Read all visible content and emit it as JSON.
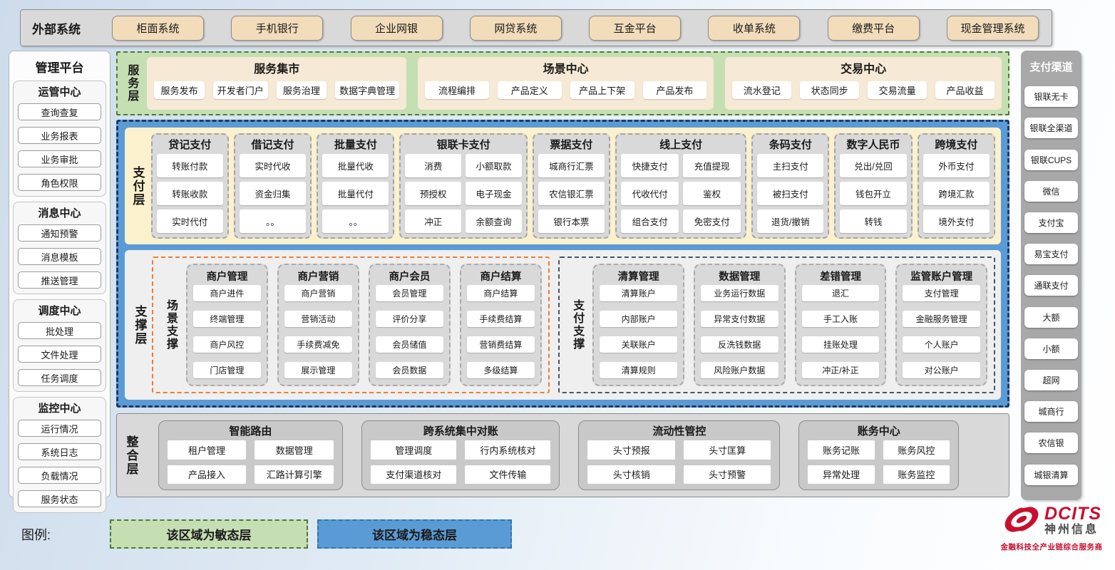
{
  "external_systems": {
    "label": "外部系统",
    "items": [
      "柜面系统",
      "手机银行",
      "企业网银",
      "网贷系统",
      "互金平台",
      "收单系统",
      "缴费平台",
      "现金管理系统"
    ]
  },
  "management_platform": {
    "title": "管理平台",
    "groups": [
      {
        "title": "运管中心",
        "items": [
          "查询查复",
          "业务报表",
          "业务审批",
          "角色权限"
        ]
      },
      {
        "title": "消息中心",
        "items": [
          "通知预警",
          "消息模板",
          "推送管理"
        ]
      },
      {
        "title": "调度中心",
        "items": [
          "批处理",
          "文件处理",
          "任务调度"
        ]
      },
      {
        "title": "监控中心",
        "items": [
          "运行情况",
          "系统日志",
          "负载情况",
          "服务状态"
        ]
      }
    ]
  },
  "service_layer": {
    "label": "服务层",
    "groups": [
      {
        "title": "服务集市",
        "w": 1,
        "items": [
          "服务发布",
          "开发者门户",
          "服务治理",
          "数据字典管理"
        ]
      },
      {
        "title": "场景中心",
        "w": 1.15,
        "items": [
          "流程编排",
          "产品定义",
          "产品上下架",
          "产品发布"
        ]
      },
      {
        "title": "交易中心",
        "w": 1.07,
        "items": [
          "流水登记",
          "状态同步",
          "交易流量",
          "产品收益"
        ]
      }
    ]
  },
  "payment_layer": {
    "label": "支付层",
    "columns": [
      {
        "title": "贷记支付",
        "w": 1,
        "cols": 1,
        "items": [
          "转账付款",
          "转账收款",
          "实时代付"
        ]
      },
      {
        "title": "借记支付",
        "w": 1,
        "cols": 1,
        "items": [
          "实时代收",
          "资金归集",
          "。。"
        ]
      },
      {
        "title": "批量支付",
        "w": 1,
        "cols": 1,
        "items": [
          "批量代收",
          "批量代付",
          "。。"
        ]
      },
      {
        "title": "银联卡支付",
        "w": 1.75,
        "cols": 2,
        "items": [
          "消费",
          "小额取款",
          "预授权",
          "电子现金",
          "冲正",
          "余额查询"
        ]
      },
      {
        "title": "票据支付",
        "w": 1,
        "cols": 1,
        "items": [
          "城商行汇票",
          "农信银汇票",
          "银行本票"
        ]
      },
      {
        "title": "线上支付",
        "w": 1.8,
        "cols": 2,
        "items": [
          "快捷支付",
          "充值提现",
          "代收代付",
          "鉴权",
          "组合支付",
          "免密支付"
        ]
      },
      {
        "title": "条码支付",
        "w": 1,
        "cols": 1,
        "items": [
          "主扫支付",
          "被扫支付",
          "退货/撤销"
        ]
      },
      {
        "title": "数字人民币",
        "w": 1,
        "cols": 1,
        "items": [
          "兑出/兑回",
          "钱包开立",
          "转钱"
        ]
      },
      {
        "title": "跨境支付",
        "w": 1,
        "cols": 1,
        "items": [
          "外币支付",
          "跨境汇款",
          "境外支付"
        ]
      }
    ]
  },
  "support_layer": {
    "label": "支撑层",
    "sections": [
      {
        "label": "场景支撑",
        "groups": [
          {
            "title": "商户管理",
            "items": [
              "商户进件",
              "终端管理",
              "商户风控",
              "门店管理"
            ]
          },
          {
            "title": "商户营销",
            "items": [
              "商户营销",
              "营销活动",
              "手续费减免",
              "展示管理"
            ]
          },
          {
            "title": "商户会员",
            "items": [
              "会员管理",
              "评价分享",
              "会员储值",
              "会员数据"
            ]
          },
          {
            "title": "商户结算",
            "items": [
              "商户结算",
              "手续费结算",
              "营销费结算",
              "多级结算"
            ]
          }
        ]
      },
      {
        "label": "支付支撑",
        "groups": [
          {
            "title": "清算管理",
            "items": [
              "清算账户",
              "内部账户",
              "关联账户",
              "清算规则"
            ]
          },
          {
            "title": "数据管理",
            "items": [
              "业务运行数据",
              "异常支付数据",
              "反洗钱数据",
              "风险账户数据"
            ]
          },
          {
            "title": "差错管理",
            "items": [
              "退汇",
              "手工入账",
              "挂账处理",
              "冲正/补正"
            ]
          },
          {
            "title": "监管账户管理",
            "items": [
              "支付管理",
              "金融服务管理",
              "个人账户",
              "对公账户"
            ]
          }
        ]
      }
    ]
  },
  "integration_layer": {
    "label": "整合层",
    "groups": [
      {
        "title": "智能路由",
        "w": 1,
        "items": [
          "租户管理",
          "数据管理",
          "产品接入",
          "汇路计算引擎"
        ]
      },
      {
        "title": "跨系统集中对账",
        "w": 1.08,
        "items": [
          "管理调度",
          "行内系统核对",
          "支付渠道核对",
          "文件传输"
        ]
      },
      {
        "title": "流动性管控",
        "w": 1.1,
        "items": [
          "头寸预报",
          "头寸匡算",
          "头寸核销",
          "头寸预警"
        ]
      },
      {
        "title": "账务中心",
        "w": 0.85,
        "items": [
          "账务记账",
          "账务风控",
          "异常处理",
          "账务监控"
        ]
      }
    ]
  },
  "payment_channels": {
    "title": "支付渠道",
    "items": [
      "银联无卡",
      "银联全渠道",
      "银联CUPS",
      "微信",
      "支付宝",
      "易宝支付",
      "通联支付",
      "大额",
      "小额",
      "超网",
      "城商行",
      "农信银",
      "城银清算"
    ]
  },
  "legend": {
    "label": "图例:",
    "items": [
      {
        "text": "该区域为敏态层",
        "type": "green"
      },
      {
        "text": "该区域为稳态层",
        "type": "blue"
      }
    ]
  },
  "logo": {
    "brand": "DCITS",
    "company": "神州信息",
    "tagline": "金融科技全产业链综合服务商"
  },
  "colors": {
    "agile_green_bg": "#c5dfb3",
    "agile_green_border": "#4e7a35",
    "stable_blue_bg": "#5b9bd5",
    "stable_blue_border": "#1f3864",
    "payment_cream_bg": "#fcf1cd",
    "external_tan_btn": "#f2dcba",
    "gray_panel": "#d9d9d9",
    "scene_support_border": "#ed7d31",
    "payment_support_border": "#44546a",
    "logo_red": "#c8102e"
  }
}
